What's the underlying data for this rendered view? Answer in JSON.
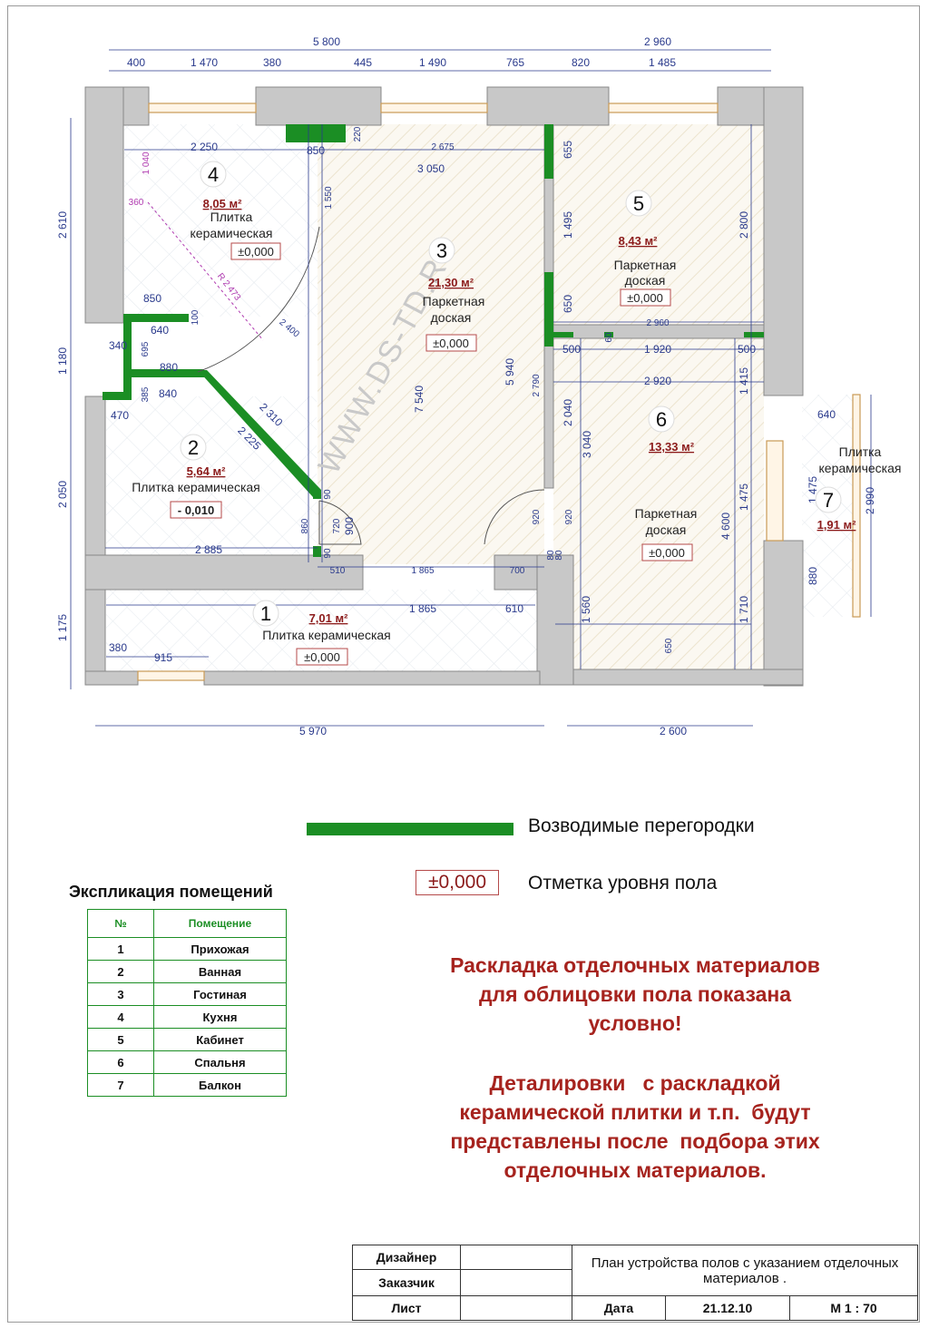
{
  "plan": {
    "rooms": [
      {
        "num": "1",
        "area": "7,01 м²",
        "material": "Плитка керамическая",
        "level": "±0,000"
      },
      {
        "num": "2",
        "area": "5,64 м²",
        "material": "Плитка керамическая",
        "level": "- 0,010"
      },
      {
        "num": "3",
        "area": "21,30 м²",
        "material1": "Паркетная",
        "material2": "доская",
        "level": "±0,000"
      },
      {
        "num": "4",
        "area": "8,05 м²",
        "material1": "Плитка",
        "material2": "керамическая",
        "level": "±0,000"
      },
      {
        "num": "5",
        "area": "8,43 м²",
        "material1": "Паркетная",
        "material2": "доская",
        "level": "±0,000"
      },
      {
        "num": "6",
        "area": "13,33 м²",
        "material1": "Паркетная",
        "material2": "доская",
        "level": "±0,000"
      },
      {
        "num": "7",
        "area": "1,91 м²",
        "material1": "Плитка",
        "material2": "керамическая"
      }
    ],
    "dims_top": {
      "total_left": "5 800",
      "total_right": "2 960",
      "seg": [
        "400",
        "1 470",
        "380",
        "445",
        "1 490",
        "765",
        "820",
        "1 485"
      ]
    },
    "dims_bottom": {
      "left": "5 970",
      "right": "2 600"
    },
    "dims_left": [
      "2 610",
      "1 180",
      "2 050",
      "1 175"
    ],
    "dims_inner": {
      "d2250": "2 250",
      "d850a": "850",
      "d220": "220",
      "d2675": "2 675",
      "d3050": "3 050",
      "d1040": "1 040",
      "d360": "360",
      "d1550": "1 550",
      "dR": "R 2 473",
      "d850b": "850",
      "d640a": "640",
      "d100": "100",
      "d340": "340",
      "d695": "695",
      "d880": "880",
      "d2400": "2 400",
      "d385": "385",
      "d840": "840",
      "d470": "470",
      "d2310": "2 310",
      "d2225": "2 225",
      "d7540": "7 540",
      "d5940": "5 940",
      "d90a": "90",
      "d860": "860",
      "d720": "720",
      "d900": "900",
      "d90b": "90",
      "d2885": "2 885",
      "d510": "510",
      "d1865a": "1 865",
      "d700": "700",
      "d1865b": "1 865",
      "d610": "610",
      "d380": "380",
      "d915": "915",
      "d655": "655",
      "d1495": "1 495",
      "d650a": "650",
      "d2800": "2 800",
      "d2960": "2 960",
      "d500a": "500",
      "d60": "60",
      "d1920": "1 920",
      "d500b": "500",
      "d2920": "2 920",
      "d1415": "1 415",
      "d2790": "2 790",
      "d2040": "2 040",
      "d3040": "3 040",
      "d920a": "920",
      "d920b": "920",
      "d80a": "80",
      "d80b": "80",
      "d4600": "4 600",
      "d1475a": "1 475",
      "d1560": "1 560",
      "d1710": "1 710",
      "d650b": "650",
      "d640b": "640",
      "d1475b": "1 475",
      "d2990": "2 990",
      "d880b": "880"
    },
    "watermark": "WWW.DS-TD.RU"
  },
  "legend": {
    "partitions": "Возводимые перегородки",
    "level_sample": "±0,000",
    "level_label": "Отметка уровня пола"
  },
  "explication": {
    "title": "Экспликация помещений",
    "headers": [
      "№",
      "Помещение"
    ],
    "rows": [
      [
        "1",
        "Прихожая"
      ],
      [
        "2",
        "Ванная"
      ],
      [
        "3",
        "Гостиная"
      ],
      [
        "4",
        "Кухня"
      ],
      [
        "5",
        "Кабинет"
      ],
      [
        "6",
        "Спальня"
      ],
      [
        "7",
        "Балкон"
      ]
    ]
  },
  "notes": {
    "n1": [
      "Раскладка отделочных материалов",
      "для облицовки пола показана",
      "условно!"
    ],
    "n2": [
      "Деталировки   с раскладкой",
      "керамической плитки и т.п.  будут",
      "представлены после  подбора этих",
      "отделочных материалов."
    ]
  },
  "stamp": {
    "designer": "Дизайнер",
    "customer": "Заказчик",
    "sheet": "Лист",
    "title": "План устройства полов с указанием отделочных материалов .",
    "date_label": "Дата",
    "date": "21.12.10",
    "scale": "М 1 : 70"
  },
  "colors": {
    "partition": "#1b8e24",
    "wall": "#c8c8c8",
    "dimension": "#2a3a8c",
    "accent_red": "#8b1a1a"
  }
}
